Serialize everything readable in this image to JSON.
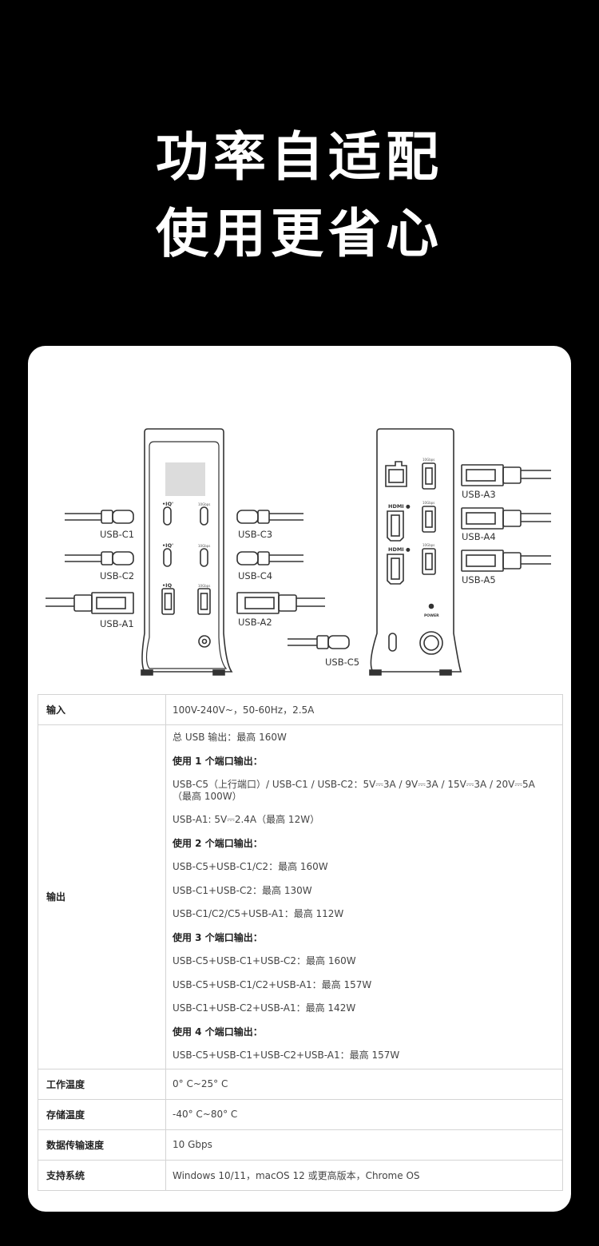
{
  "hero": {
    "line1": "功率自适配",
    "line2": "使用更省心"
  },
  "diagram": {
    "front_labels": {
      "c1": "USB-C1",
      "c2": "USB-C2",
      "a1": "USB-A1",
      "c3": "USB-C3",
      "c4": "USB-C4",
      "a2": "USB-A2"
    },
    "back_labels": {
      "a3": "USB-A3",
      "a4": "USB-A4",
      "a5": "USB-A5",
      "c5": "USB-C5"
    },
    "port_marks": {
      "iq": "•IQ'",
      "iq_plain": "•IQ",
      "hdmi": "HDMI ●",
      "power": "POWER",
      "speed": "10Gbps"
    }
  },
  "specs": {
    "input": {
      "label": "输入",
      "value": "100V-240V~，50-60Hz，2.5A"
    },
    "output": {
      "label": "输出",
      "lines": [
        {
          "text": "总 USB 输出：最高 160W",
          "style": "normal"
        },
        {
          "text": "使用 1 个端口输出：",
          "style": "head"
        },
        {
          "text": "USB-C5（上行端口）/ USB-C1 / USB-C2：5V⎓3A / 9V⎓3A / 15V⎓3A / 20V⎓5A（最高 100W）",
          "style": "tall"
        },
        {
          "text": "USB-A1: 5V⎓2.4A（最高 12W）",
          "style": "normal"
        },
        {
          "text": "使用 2 个端口输出：",
          "style": "head"
        },
        {
          "text": "USB-C5+USB-C1/C2：最高 160W",
          "style": "normal"
        },
        {
          "text": "USB-C1+USB-C2：最高 130W",
          "style": "normal"
        },
        {
          "text": "USB-C1/C2/C5+USB-A1：最高 112W",
          "style": "normal"
        },
        {
          "text": "使用 3 个端口输出：",
          "style": "head"
        },
        {
          "text": "USB-C5+USB-C1+USB-C2：最高 160W",
          "style": "normal"
        },
        {
          "text": "USB-C5+USB-C1/C2+USB-A1：最高 157W",
          "style": "normal"
        },
        {
          "text": "USB-C1+USB-C2+USB-A1：最高 142W",
          "style": "normal"
        },
        {
          "text": "使用 4 个端口输出：",
          "style": "head"
        },
        {
          "text": "USB-C5+USB-C1+USB-C2+USB-A1：最高 157W",
          "style": "normal"
        }
      ]
    },
    "op_temp": {
      "label": "工作温度",
      "value": "0° C~25° C"
    },
    "storage_temp": {
      "label": "存储温度",
      "value": "-40° C~80° C"
    },
    "speed": {
      "label": "数据传输速度",
      "value": "10 Gbps"
    },
    "os": {
      "label": "支持系统",
      "value": "Windows 10/11，macOS 12 或更高版本，Chrome OS"
    }
  }
}
